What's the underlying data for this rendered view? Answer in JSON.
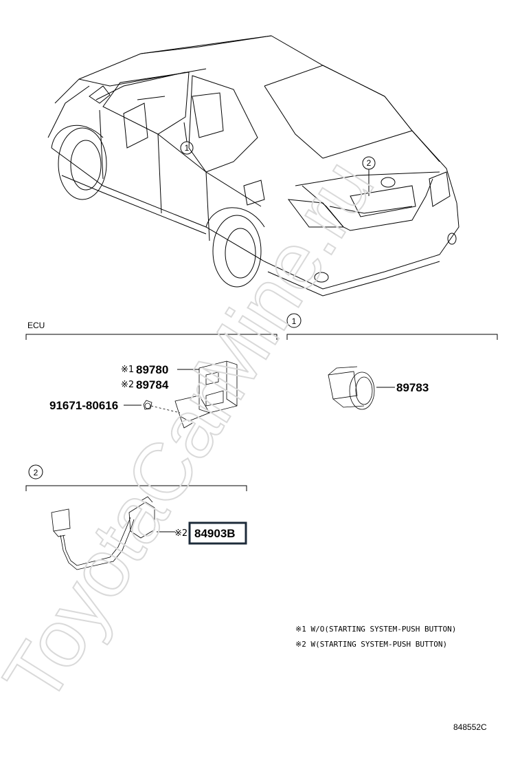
{
  "watermark": "ToyotaCarMine.ru",
  "callouts": {
    "one": "1",
    "two": "2"
  },
  "sections": {
    "ecu": {
      "label": "ECU"
    },
    "one": {
      "label": "1"
    },
    "two": {
      "label": "2"
    }
  },
  "parts": {
    "p89780": {
      "prefix": "※1",
      "number": "89780"
    },
    "p89784": {
      "prefix": "※2",
      "number": "89784"
    },
    "p91671": {
      "number": "91671-80616"
    },
    "p89783": {
      "number": "89783"
    },
    "p84903b": {
      "prefix": "※2",
      "number": "84903B"
    }
  },
  "notes": [
    "※1 W/O(STARTING SYSTEM-PUSH BUTTON)",
    "※2 W(STARTING SYSTEM-PUSH BUTTON)"
  ],
  "diagram_code": "848552C"
}
